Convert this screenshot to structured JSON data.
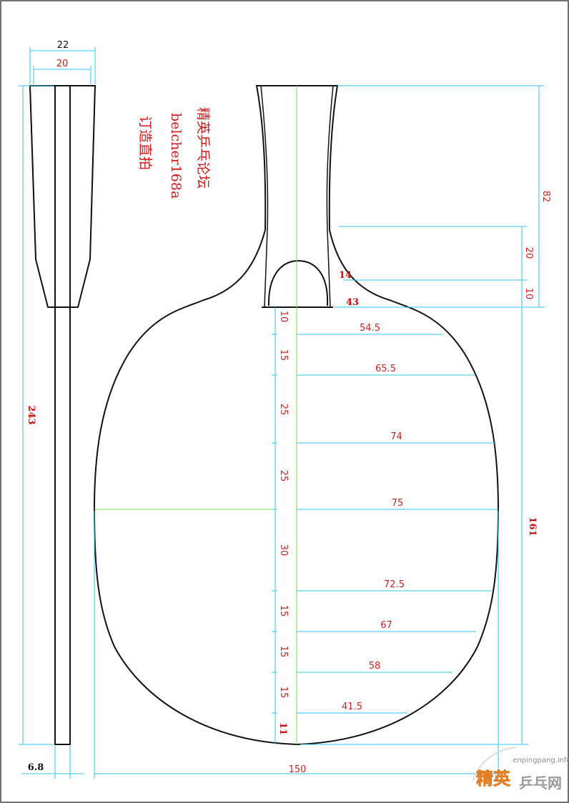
{
  "annotation": {
    "line1": "精英乒乓论坛",
    "line2": "belcher168a",
    "line3": "订造直拍"
  },
  "side_view": {
    "top_outer_width": "22",
    "top_inner_width": "20",
    "total_length": "243",
    "handle_thickness": "6.8"
  },
  "handle": {
    "length": "82",
    "flare_offset": "20",
    "flare_gap": "10",
    "cutout_width": "14",
    "shoulder_width": "43"
  },
  "blade": {
    "length": "161",
    "max_width": "150",
    "widths": [
      {
        "dy": "10",
        "w": "54.5"
      },
      {
        "dy": "15",
        "w": "65.5"
      },
      {
        "dy": "25",
        "w": "74"
      },
      {
        "dy": "25",
        "w": "75"
      },
      {
        "dy": "30",
        "w": "72.5"
      },
      {
        "dy": "15",
        "w": "67"
      },
      {
        "dy": "15",
        "w": "58"
      },
      {
        "dy": "15",
        "w": "41.5"
      }
    ],
    "tip_gap": "11"
  },
  "watermark": {
    "url": "enpingpang.info",
    "brand_a": "精英",
    "brand_b": "乒乓网"
  }
}
